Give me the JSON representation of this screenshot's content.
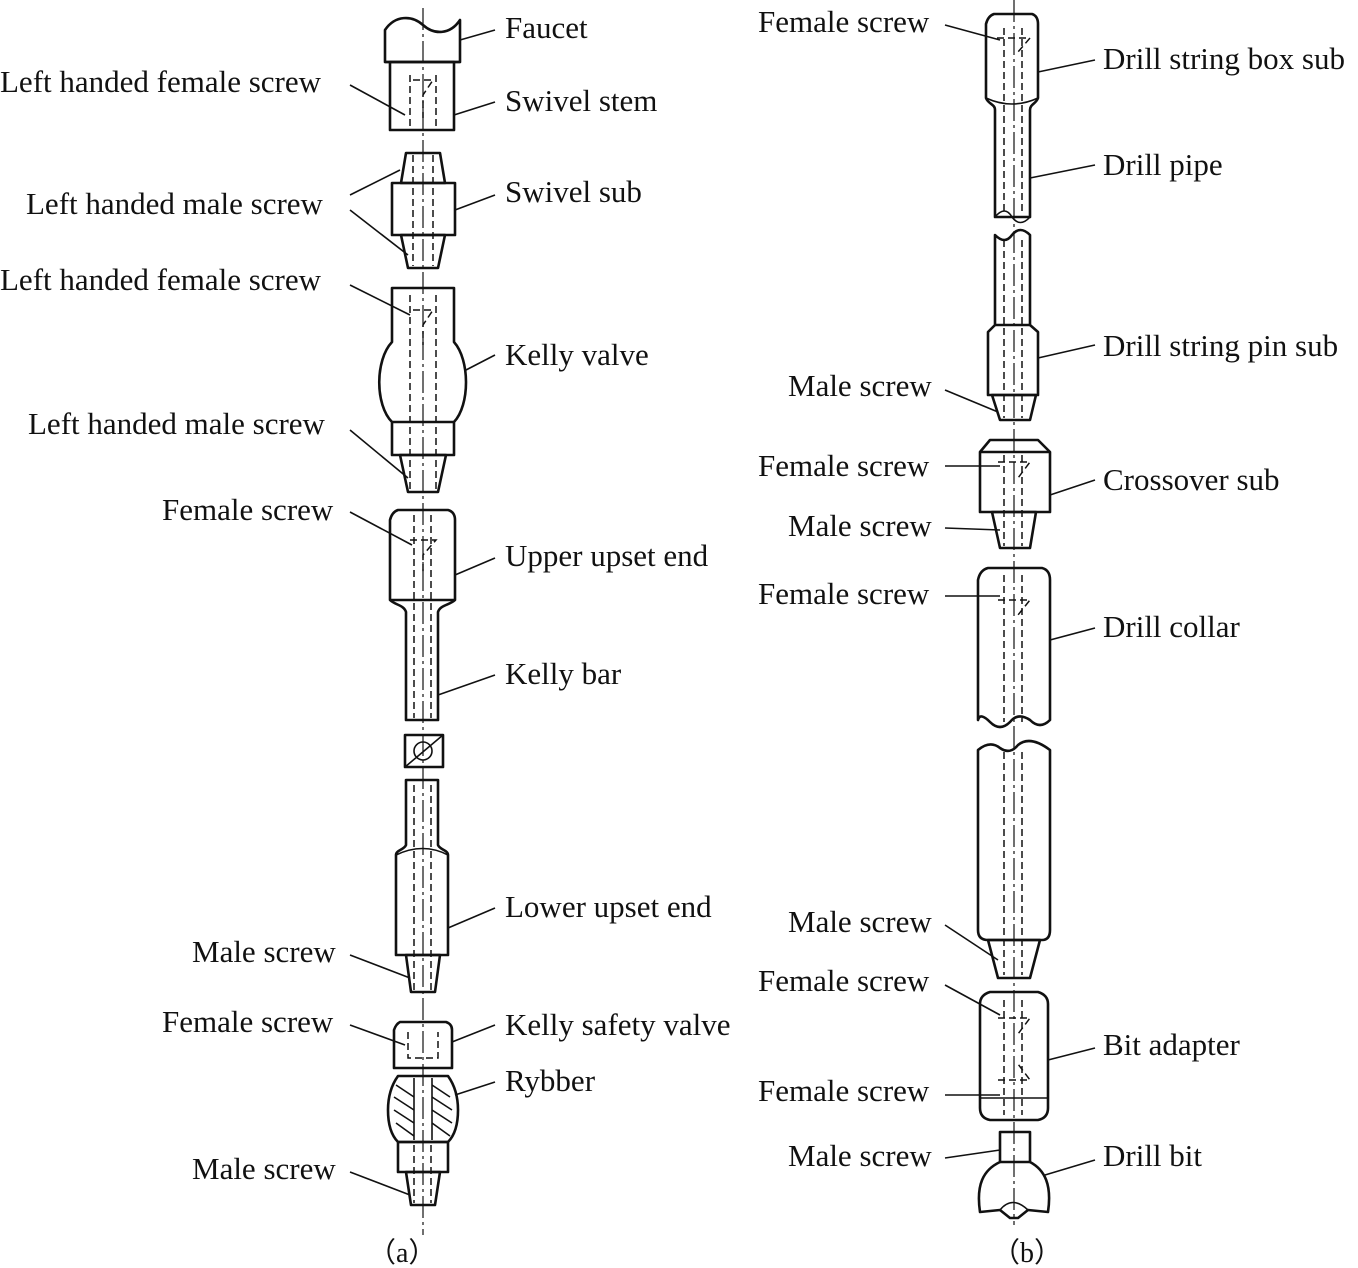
{
  "diagram_a": {
    "caption": "（a）",
    "labels": {
      "faucet": "Faucet",
      "left_female_1": "Left handed female screw",
      "swivel_stem": "Swivel stem",
      "left_male_1": "Left handed male screw",
      "swivel_sub": "Swivel sub",
      "left_female_2": "Left handed female screw",
      "kelly_valve": "Kelly valve",
      "left_male_2": "Left handed male screw",
      "female_1": "Female screw",
      "upper_upset_end": "Upper upset end",
      "kelly_bar": "Kelly bar",
      "lower_upset_end": "Lower upset end",
      "male_1": "Male screw",
      "female_2": "Female screw",
      "kelly_safety_valve": "Kelly safety valve",
      "rybber": "Rybber",
      "male_2": "Male screw"
    }
  },
  "diagram_b": {
    "caption": "（b）",
    "labels": {
      "female_1": "Female screw",
      "drill_string_box_sub": "Drill string box sub",
      "drill_pipe": "Drill pipe",
      "drill_string_pin_sub": "Drill string pin sub",
      "male_1": "Male screw",
      "female_2": "Female screw",
      "crossover_sub": "Crossover sub",
      "male_2": "Male screw",
      "female_3": "Female screw",
      "drill_collar": "Drill collar",
      "male_3": "Male screw",
      "female_4": "Female screw",
      "bit_adapter": "Bit adapter",
      "female_5": "Female screw",
      "male_4": "Male screw",
      "drill_bit": "Drill bit"
    }
  }
}
